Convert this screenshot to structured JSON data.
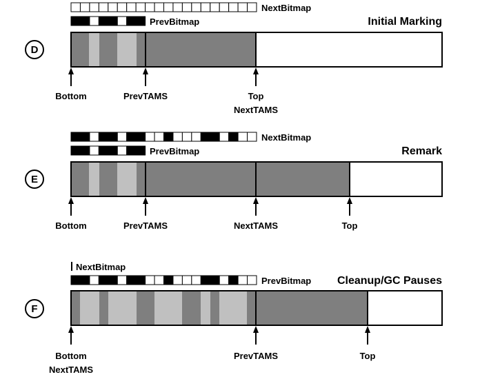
{
  "colors": {
    "dark": "#000000",
    "region_dark": "#7f7f7f",
    "region_light": "#c0c0c0",
    "region_empty": "#ffffff"
  },
  "panels": [
    {
      "id": "D",
      "circle_label": "D",
      "title": "Initial Marking",
      "bitmap_labels": {
        "top": "NextBitmap",
        "bottom": "PrevBitmap"
      },
      "markers": {
        "bottom": "Bottom",
        "prev": "PrevTAMS",
        "top": "Top",
        "next": "NextTAMS"
      }
    },
    {
      "id": "E",
      "circle_label": "E",
      "title": "Remark",
      "bitmap_labels": {
        "top": "NextBitmap",
        "bottom": "PrevBitmap"
      },
      "markers": {
        "bottom": "Bottom",
        "prev": "PrevTAMS",
        "next": "NextTAMS",
        "top": "Top"
      }
    },
    {
      "id": "F",
      "circle_label": "F",
      "title": "Cleanup/GC Pauses",
      "bitmap_labels": {
        "top": "NextBitmap",
        "bottom": "PrevBitmap"
      },
      "markers": {
        "bottom": "Bottom",
        "next": "NextTAMS",
        "prev": "PrevTAMS",
        "top": "Top"
      }
    }
  ]
}
